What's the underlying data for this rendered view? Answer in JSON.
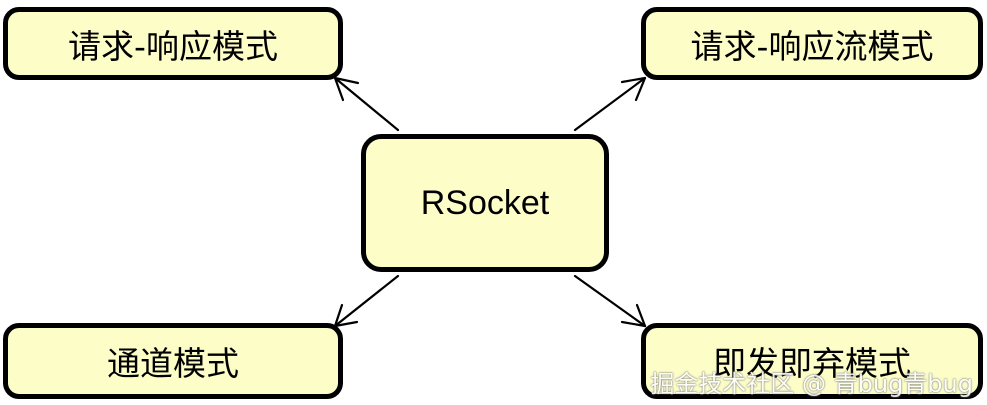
{
  "diagram": {
    "center": {
      "label": "RSocket"
    },
    "top_left": {
      "label": "请求-响应模式"
    },
    "top_right": {
      "label": "请求-响应流模式"
    },
    "bottom_left": {
      "label": "通道模式"
    },
    "bottom_right": {
      "label": "即发即弃模式"
    },
    "colors": {
      "box_fill": "#fdfdc8",
      "box_border": "#000000",
      "arrow": "#000000"
    }
  },
  "watermark": {
    "text": "掘金技术社区 @ 青bug青bug"
  }
}
